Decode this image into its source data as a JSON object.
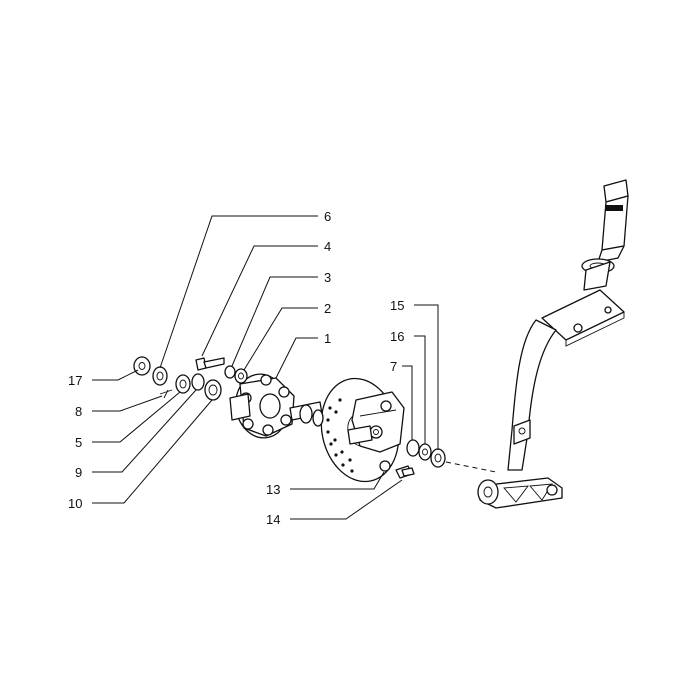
{
  "diagram": {
    "callouts": [
      {
        "id": "17",
        "label": "17"
      },
      {
        "id": "8",
        "label": "8"
      },
      {
        "id": "5",
        "label": "5"
      },
      {
        "id": "9",
        "label": "9"
      },
      {
        "id": "10",
        "label": "10"
      },
      {
        "id": "6",
        "label": "6"
      },
      {
        "id": "4",
        "label": "4"
      },
      {
        "id": "3",
        "label": "3"
      },
      {
        "id": "2",
        "label": "2"
      },
      {
        "id": "1",
        "label": "1"
      },
      {
        "id": "15",
        "label": "15"
      },
      {
        "id": "16",
        "label": "16"
      },
      {
        "id": "7",
        "label": "7"
      },
      {
        "id": "13",
        "label": "13"
      },
      {
        "id": "14",
        "label": "14"
      }
    ]
  }
}
